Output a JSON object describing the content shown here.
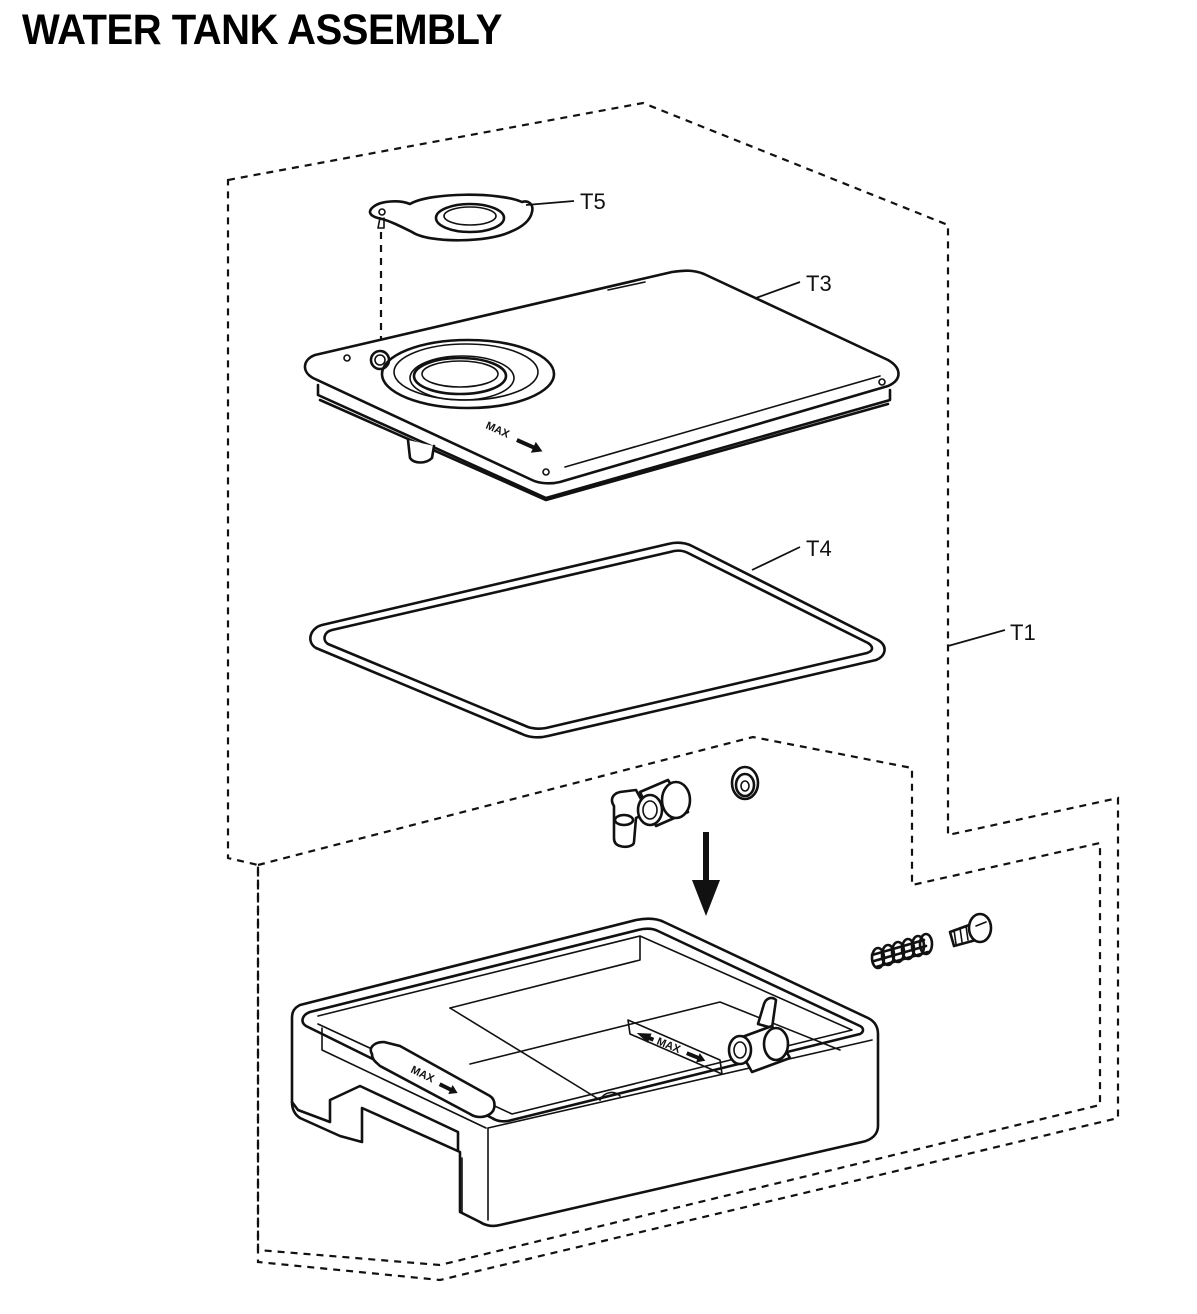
{
  "title": "WATER TANK ASSEMBLY",
  "callouts": {
    "t5": "T5",
    "t3": "T3",
    "t4": "T4",
    "t1": "T1"
  },
  "markings": {
    "lid_max": "MAX",
    "tank_max_floor": "MAX",
    "tank_max_wall": "MAX"
  }
}
